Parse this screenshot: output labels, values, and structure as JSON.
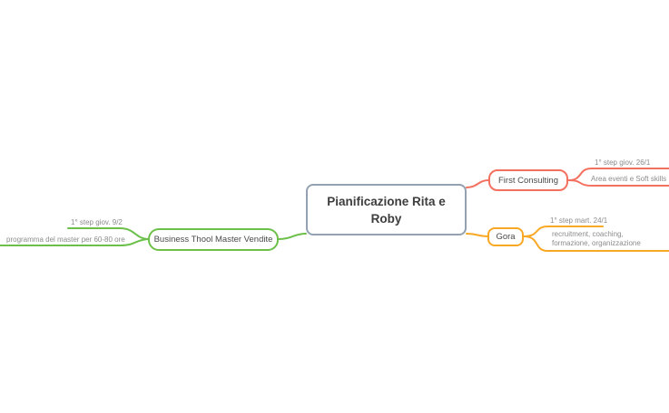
{
  "title": "Pianificazione Rita e Roby",
  "colors": {
    "background": "#ffffff",
    "central_border": "#93a1b1",
    "central_text": "#3d3d3d",
    "node_text": "#4a4a4a",
    "sub_text": "#8c8c8c",
    "red": "#f4705f",
    "green": "#6cc04a",
    "orange": "#f9a825"
  },
  "mindmap": {
    "root": {
      "label": "Pianificazione Rita e Roby"
    },
    "branches": [
      {
        "id": "first-consulting",
        "label": "First Consulting",
        "color": "#f4705f",
        "side": "right",
        "children": [
          "1° step giov. 26/1",
          "Area eventi e Soft skills"
        ]
      },
      {
        "id": "gora",
        "label": "Gora",
        "color": "#f9a825",
        "side": "right",
        "children": [
          "1° step mart. 24/1",
          "recruitment, coaching, formazione, organizzazione"
        ]
      },
      {
        "id": "business-thool-master-vendite",
        "label": "Business Thool Master Vendite",
        "color": "#6cc04a",
        "side": "left",
        "children": [
          "1° step giov. 9/2",
          "programma del master per 60-80 ore"
        ]
      }
    ]
  }
}
